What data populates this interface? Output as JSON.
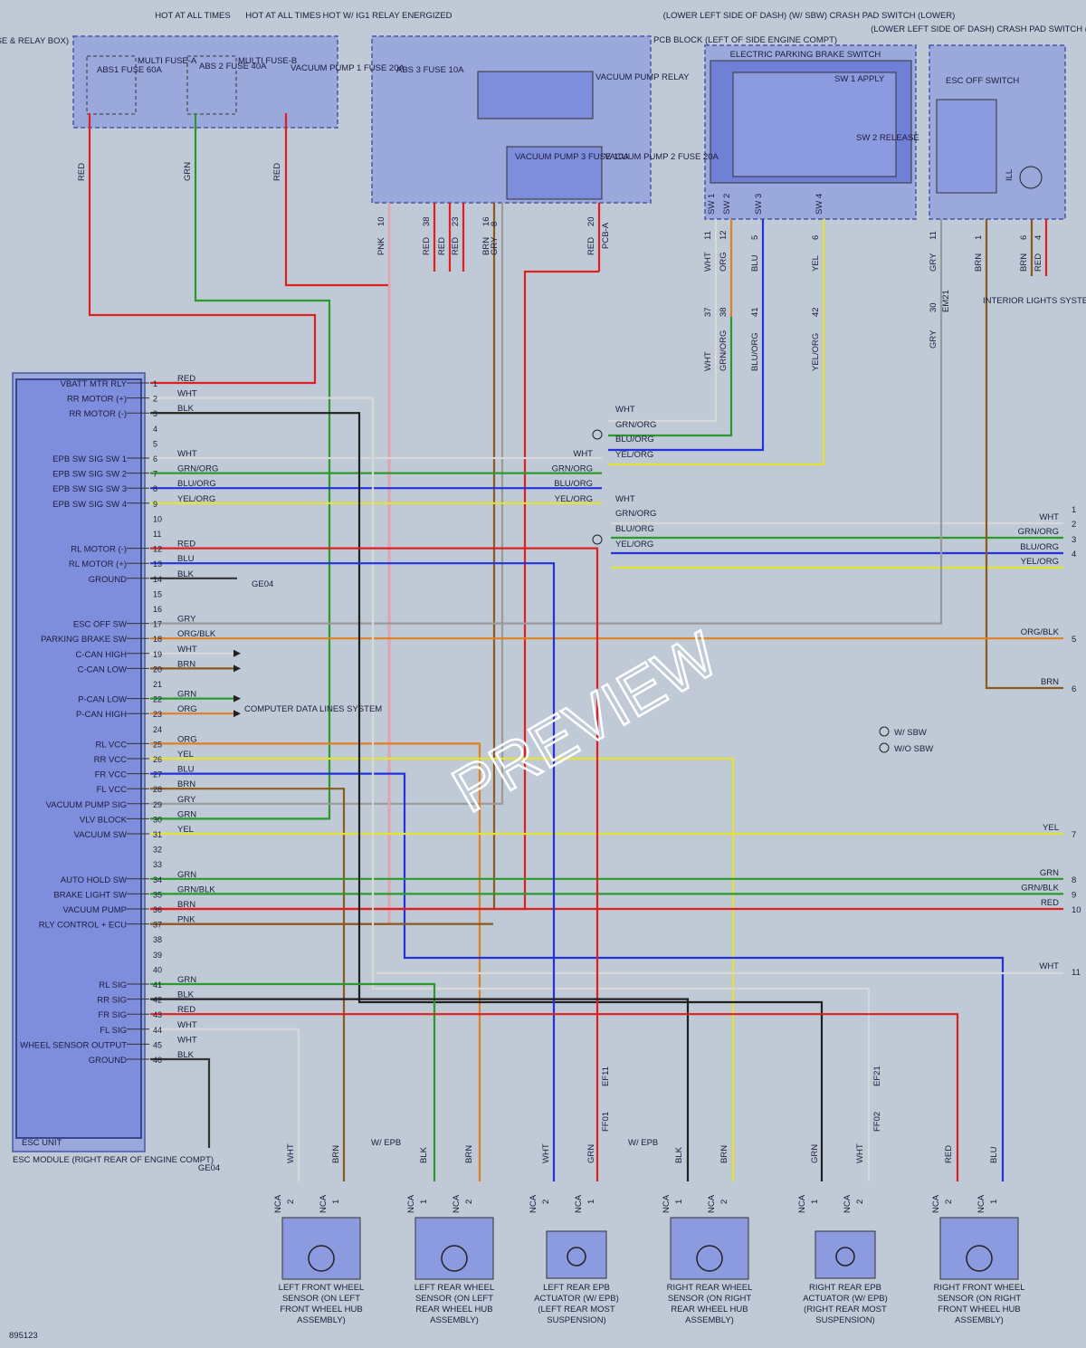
{
  "diagram_id": "895123",
  "watermark": "PREVIEW",
  "header": {
    "hot_all_times_1": "HOT AT ALL TIMES",
    "hot_all_times_2": "HOT AT ALL TIMES",
    "hot_ig1": "HOT W/ IG1 RELAY ENERGIZED",
    "lower_left_dash": "(LOWER LEFT SIDE OF DASH) (W/ SBW) CRASH PAD SWITCH (LOWER)",
    "upper_left_dash": "(LOWER LEFT SIDE OF DASH) CRASH PAD SWITCH (UPPER)"
  },
  "er_block": {
    "label": "E/R JUNCTION BLOCK (IN ENGINE ROOM FUSE & RELAY BOX)",
    "multi_a": "MULTI FUSE-A",
    "multi_b": "MULTI FUSE-B",
    "fuses": [
      {
        "name": "ABS1 FUSE 60A",
        "wire": "RED"
      },
      {
        "name": "ABS 2 FUSE 40A",
        "wire": "GRN"
      },
      {
        "name": "VACUUM PUMP 1 FUSE 20A",
        "wire": "RED"
      }
    ]
  },
  "pcb_block": {
    "label": "PCB BLOCK (LEFT OF SIDE ENGINE COMPT)",
    "abs3": "ABS 3 FUSE 10A",
    "relay": "VACUUM PUMP RELAY",
    "vp3": "VACUUM PUMP 3 FUSE 10A",
    "vp2": "VACUUM PUMP 2 FUSE 20A",
    "pins": [
      {
        "num": "10",
        "wire": "PNK"
      },
      {
        "num": "38",
        "wire": "RED"
      },
      {
        "num": "",
        "wire": "RED"
      },
      {
        "num": "23",
        "wire": "RED"
      },
      {
        "num": "16",
        "wire": "BRN"
      },
      {
        "num": "8",
        "wire": "GRY"
      },
      {
        "num": "20",
        "wire": "RED"
      }
    ],
    "connector": "PCB-A"
  },
  "epb_switch": {
    "label": "ELECTRIC PARKING BRAKE SWITCH",
    "sw1": "SW 1 APPLY",
    "sw2": "SW 2 RELEASE",
    "terminals": [
      "SW 1",
      "SW 2",
      "SW 3",
      "SW 4"
    ],
    "pins": [
      {
        "num": "11",
        "wire": "WHT"
      },
      {
        "num": "12",
        "wire": "ORG"
      },
      {
        "num": "5",
        "wire": "BLU"
      },
      {
        "num": "6",
        "wire": "YEL"
      }
    ],
    "lower_pins": [
      {
        "num": "37",
        "wire": "WHT"
      },
      {
        "num": "38",
        "wire": "GRN/ORG"
      },
      {
        "num": "41",
        "wire": "BLU/ORG"
      },
      {
        "num": "42",
        "wire": "YEL/ORG"
      }
    ]
  },
  "esc_off_switch": {
    "label": "ESC OFF SWITCH",
    "ill": "ILL",
    "pins": [
      {
        "num": "11",
        "wire": "GRY"
      },
      {
        "num": "1",
        "wire": "BRN"
      },
      {
        "num": "6",
        "wire": "BRN"
      },
      {
        "num": "4",
        "wire": "RED"
      }
    ],
    "lower_pin": {
      "num": "30",
      "wire": "GRY"
    },
    "connector": "EM21",
    "interior": "INTERIOR LIGHTS SYSTEM"
  },
  "esc_unit": {
    "title": "ESC UNIT",
    "module": "ESC MODULE (RIGHT REAR OF ENGINE COMPT)",
    "ground_ref": "GE04",
    "computer": "COMPUTER DATA LINES SYSTEM",
    "pins": [
      {
        "n": "1",
        "label": "VBATT MTR RLY",
        "wire": "RED"
      },
      {
        "n": "2",
        "label": "RR MOTOR (+)",
        "wire": "WHT"
      },
      {
        "n": "3",
        "label": "RR MOTOR (-)",
        "wire": "BLK"
      },
      {
        "n": "4",
        "label": "",
        "wire": ""
      },
      {
        "n": "5",
        "label": "",
        "wire": ""
      },
      {
        "n": "6",
        "label": "EPB SW SIG SW 1",
        "wire": "WHT"
      },
      {
        "n": "7",
        "label": "EPB SW SIG SW 2",
        "wire": "GRN/ORG"
      },
      {
        "n": "8",
        "label": "EPB SW SIG SW 3",
        "wire": "BLU/ORG"
      },
      {
        "n": "9",
        "label": "EPB SW SIG SW 4",
        "wire": "YEL/ORG"
      },
      {
        "n": "10",
        "label": "",
        "wire": ""
      },
      {
        "n": "11",
        "label": "",
        "wire": ""
      },
      {
        "n": "12",
        "label": "RL MOTOR (-)",
        "wire": "RED"
      },
      {
        "n": "13",
        "label": "RL MOTOR (+)",
        "wire": "BLU"
      },
      {
        "n": "14",
        "label": "GROUND",
        "wire": "BLK"
      },
      {
        "n": "15",
        "label": "",
        "wire": ""
      },
      {
        "n": "16",
        "label": "",
        "wire": ""
      },
      {
        "n": "17",
        "label": "ESC OFF SW",
        "wire": "GRY"
      },
      {
        "n": "18",
        "label": "PARKING BRAKE SW",
        "wire": "ORG/BLK"
      },
      {
        "n": "19",
        "label": "C-CAN HIGH",
        "wire": "WHT"
      },
      {
        "n": "20",
        "label": "C-CAN LOW",
        "wire": "BRN"
      },
      {
        "n": "21",
        "label": "",
        "wire": ""
      },
      {
        "n": "22",
        "label": "P-CAN LOW",
        "wire": "GRN"
      },
      {
        "n": "23",
        "label": "P-CAN HIGH",
        "wire": "ORG"
      },
      {
        "n": "24",
        "label": "",
        "wire": ""
      },
      {
        "n": "25",
        "label": "RL VCC",
        "wire": "ORG"
      },
      {
        "n": "26",
        "label": "RR VCC",
        "wire": "YEL"
      },
      {
        "n": "27",
        "label": "FR VCC",
        "wire": "BLU"
      },
      {
        "n": "28",
        "label": "FL VCC",
        "wire": "BRN"
      },
      {
        "n": "29",
        "label": "VACUUM PUMP SIG",
        "wire": "GRY"
      },
      {
        "n": "30",
        "label": "VLV BLOCK",
        "wire": "GRN"
      },
      {
        "n": "31",
        "label": "VACUUM SW",
        "wire": "YEL"
      },
      {
        "n": "32",
        "label": "",
        "wire": ""
      },
      {
        "n": "33",
        "label": "",
        "wire": ""
      },
      {
        "n": "34",
        "label": "AUTO HOLD SW",
        "wire": "GRN"
      },
      {
        "n": "35",
        "label": "BRAKE LIGHT SW",
        "wire": "GRN/BLK"
      },
      {
        "n": "36",
        "label": "VACUUM PUMP",
        "wire": "BRN"
      },
      {
        "n": "37",
        "label": "RLY CONTROL + ECU",
        "wire": "PNK"
      },
      {
        "n": "38",
        "label": "",
        "wire": ""
      },
      {
        "n": "39",
        "label": "",
        "wire": ""
      },
      {
        "n": "40",
        "label": "",
        "wire": ""
      },
      {
        "n": "41",
        "label": "RL SIG",
        "wire": "GRN"
      },
      {
        "n": "42",
        "label": "RR SIG",
        "wire": "BLK"
      },
      {
        "n": "43",
        "label": "FR SIG",
        "wire": "RED"
      },
      {
        "n": "44",
        "label": "FL SIG",
        "wire": "WHT"
      },
      {
        "n": "45",
        "label": "WHEEL SENSOR OUTPUT",
        "wire": "WHT"
      },
      {
        "n": "46",
        "label": "GROUND",
        "wire": "BLK"
      }
    ]
  },
  "sbw_legend": {
    "w_sbw": "W/ SBW",
    "wo_sbw": "W/O SBW"
  },
  "group1": [
    "WHT",
    "GRN/ORG",
    "BLU/ORG",
    "YEL/ORG"
  ],
  "group2": [
    "WHT",
    "GRN/ORG",
    "BLU/ORG",
    "YEL/ORG"
  ],
  "right_outputs": [
    {
      "num": "1",
      "wire": "WHT"
    },
    {
      "num": "2",
      "wire": "GRN/ORG"
    },
    {
      "num": "3",
      "wire": "BLU/ORG"
    },
    {
      "num": "4",
      "wire": "YEL/ORG"
    },
    {
      "num": "5",
      "wire": "ORG/BLK"
    },
    {
      "num": "6",
      "wire": "BRN"
    },
    {
      "num": "7",
      "wire": "YEL"
    },
    {
      "num": "8",
      "wire": "GRN"
    },
    {
      "num": "9",
      "wire": "GRN/BLK"
    },
    {
      "num": "10",
      "wire": "RED"
    },
    {
      "num": "11",
      "wire": "WHT"
    }
  ],
  "connectors": {
    "ef11": "EF11",
    "ff01": "FF01",
    "ef21": "EF21",
    "ff02": "FF02",
    "w_epb_1": "W/ EPB",
    "w_epb_2": "W/ EPB"
  },
  "components": [
    {
      "name": "LEFT FRONT WHEEL SENSOR (ON LEFT FRONT WHEEL HUB ASSEMBLY)",
      "pins": [
        "2",
        "1"
      ],
      "wires": [
        "WHT",
        "BRN"
      ],
      "nca": "NCA"
    },
    {
      "name": "LEFT REAR WHEEL SENSOR (ON LEFT REAR WHEEL HUB ASSEMBLY)",
      "pins": [
        "1",
        "2"
      ],
      "wires": [
        "BLK",
        "BRN"
      ],
      "nca": "NCA"
    },
    {
      "name": "LEFT REAR EPB ACTUATOR (W/ EPB) (LEFT REAR MOST SUSPENSION)",
      "pins": [
        "2",
        "1"
      ],
      "wires": [
        "WHT",
        "GRN"
      ],
      "nca": "NCA"
    },
    {
      "name": "RIGHT REAR WHEEL SENSOR (ON RIGHT REAR WHEEL HUB ASSEMBLY)",
      "pins": [
        "1",
        "2"
      ],
      "wires": [
        "BLK",
        "BRN"
      ],
      "nca": "NCA"
    },
    {
      "name": "RIGHT REAR EPB ACTUATOR (W/ EPB) (RIGHT REAR MOST SUSPENSION)",
      "pins": [
        "1",
        "2"
      ],
      "wires": [
        "GRN",
        "WHT"
      ],
      "nca": "NCA"
    },
    {
      "name": "RIGHT FRONT WHEEL SENSOR (ON RIGHT FRONT WHEEL HUB ASSEMBLY)",
      "pins": [
        "2",
        "1"
      ],
      "wires": [
        "RED",
        "BLU"
      ],
      "nca": "NCA"
    }
  ],
  "colors": {
    "RED": "#e02020",
    "GRN": "#2a9a2a",
    "WHT": "#d8d8d8",
    "BLK": "#202020",
    "BLU": "#2233dd",
    "YEL": "#e4e430",
    "ORG": "#e08020",
    "BRN": "#8a5a20",
    "GRY": "#9a9a9a",
    "PNK": "#e8a0b0"
  }
}
